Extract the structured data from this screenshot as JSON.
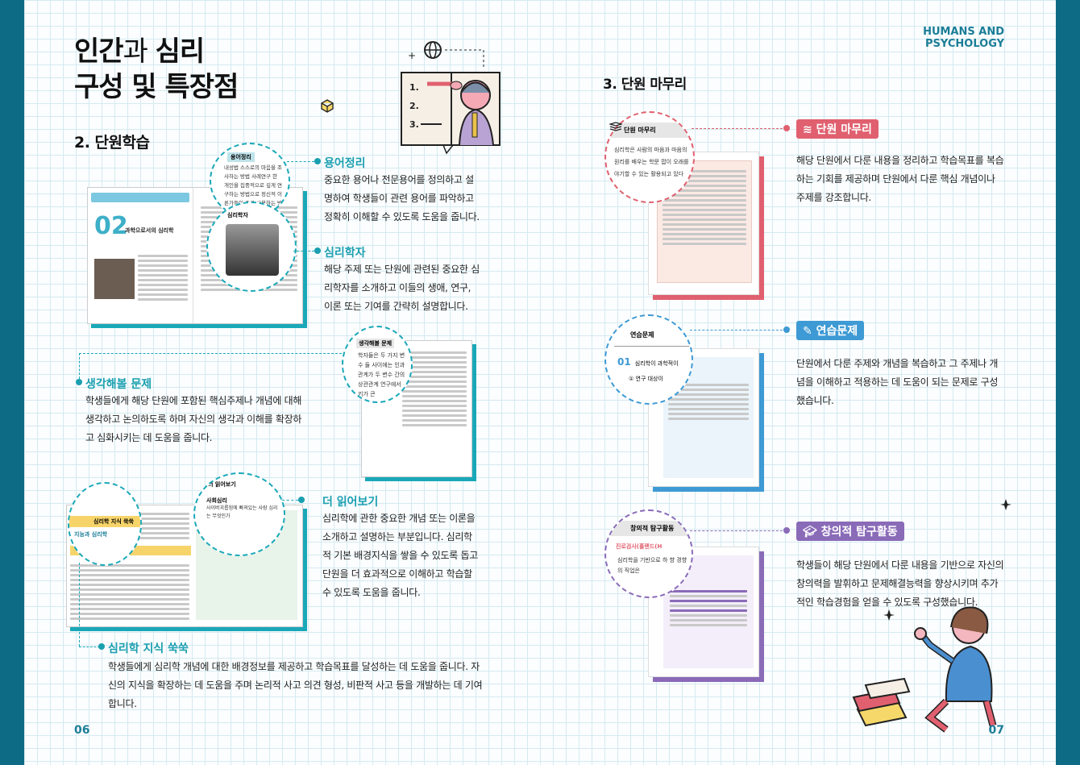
{
  "left": {
    "title_line1_a": "인간",
    "title_line1_b": "과 ",
    "title_line1_c": "심리",
    "title_line2": "구성 및 특장점",
    "section": "2. 단원학습",
    "terms": {
      "label": "용어정리",
      "desc": "중요한 용어나 전문용어를 정의하고 설명하여 학생들이 관련 용어를 파악하고 정확히 이해할 수 있도록 도움을 줍니다."
    },
    "psychologist": {
      "label": "심리학자",
      "desc": "해당 주제 또는 단원에 관련된 중요한 심리학자를 소개하고 이들의 생애, 연구, 이론 또는 기여를 간략히 설명합니다."
    },
    "thinking": {
      "label": "생각해볼 문제",
      "desc": "학생들에게 해당 단원에 포함된 핵심주제나 개념에 대해 생각하고 논의하도록 하며 자신의 생각과 이해를 확장하고 심화시키는 데 도움을 줍니다."
    },
    "more": {
      "label": "더 읽어보기",
      "desc": "심리학에 관한 중요한 개념 또는 이론을 소개하고 설명하는 부분입니다. 심리학적 기본 배경지식을 쌓을 수 있도록 돕고 단원을 더 효과적으로 이해하고 학습할 수 있도록 도움을 줍니다."
    },
    "knowledge": {
      "label": "심리학 지식 쑥쑥",
      "desc": "학생들에게 심리학 개념에 대한 배경정보를 제공하고 학습목표를 달성하는 데 도움을 줍니다. 자신의 지식을 확장하는 데 도움을 주며 논리적 사고 의견 형성, 비판적 사고 등을 개발하는 데 기여합니다."
    },
    "thumb1": {
      "num": "02",
      "title": "과학으로서의 심리학",
      "circle1_head": "용어정리",
      "circle1_text": "내성법 스스로의 마음을 조사하는 방법 사례연구 한 개인을 집중적으로 깊게 연구하는 방법으로 정신적 이론가들이 주로 사용하는 방법",
      "circle2_head": "심리학자"
    },
    "thumb2": {
      "circle_head": "생각해볼 문제",
      "circle_text": "학자들은 두 가지 변수 들 사이에는 인과관계가 두 변수 간의 상관관계 연구에서 키가 큰"
    },
    "thumb3": {
      "circle1_head": "심리학 지식 쑥쑥",
      "circle1_sub": "지능과 심리학",
      "circle2_head": "더 읽어보기",
      "circle2_title": "사회심리",
      "circle2_text": "사이버괴롭힘에 빠져있는 사람 심리는 무엇인가"
    },
    "page": "06"
  },
  "right": {
    "brand1": "HUMANS AND",
    "brand2": "PSYCHOLOGY",
    "section": "3. 단원 마무리",
    "wrapup": {
      "tag": "단원 마무리",
      "desc": "해당 단원에서 다룬 내용을 정리하고 학습목표를 복습하는 기회를 제공하며 단원에서 다룬 핵심 개념이나 주제를 강조합니다.",
      "circle_head": "단원 마무리",
      "circle_text": "심리학은 사람의 마음과 마음의 원리를 배우는 학문 팝이 오래를 야기할 수 있는 활용되고 있다"
    },
    "practice": {
      "tag": "연습문제",
      "desc": "단원에서 다룬 주제와 개념을 복습하고 그 주제나 개념을 이해하고 적용하는 데 도움이 되는 문제로 구성했습니다.",
      "circle_head": "연습문제",
      "circle_num": "01",
      "circle_text": "심리학이 과학적이",
      "circle_q": "① 연구 대상이"
    },
    "creative": {
      "tag": "창의적 탐구활동",
      "desc": "학생들이 해당 단원에서 다룬 내용을 기반으로 자신의 창의력을 발휘하고 문제해결능력을 향상시키며 추가적인 학습경험을 얻을 수 있도록 구성했습니다.",
      "circle_head": "창의적 탐구활동",
      "circle_sub": "진로검사(홀랜드(H",
      "circle_text": "심리학을 기반으로 하 향 경향의 직업은"
    },
    "page": "07",
    "colors": {
      "red": "#e0606f",
      "blue": "#3e9ad4",
      "purple": "#8a6bb8",
      "teal": "#1aa8b8"
    }
  }
}
